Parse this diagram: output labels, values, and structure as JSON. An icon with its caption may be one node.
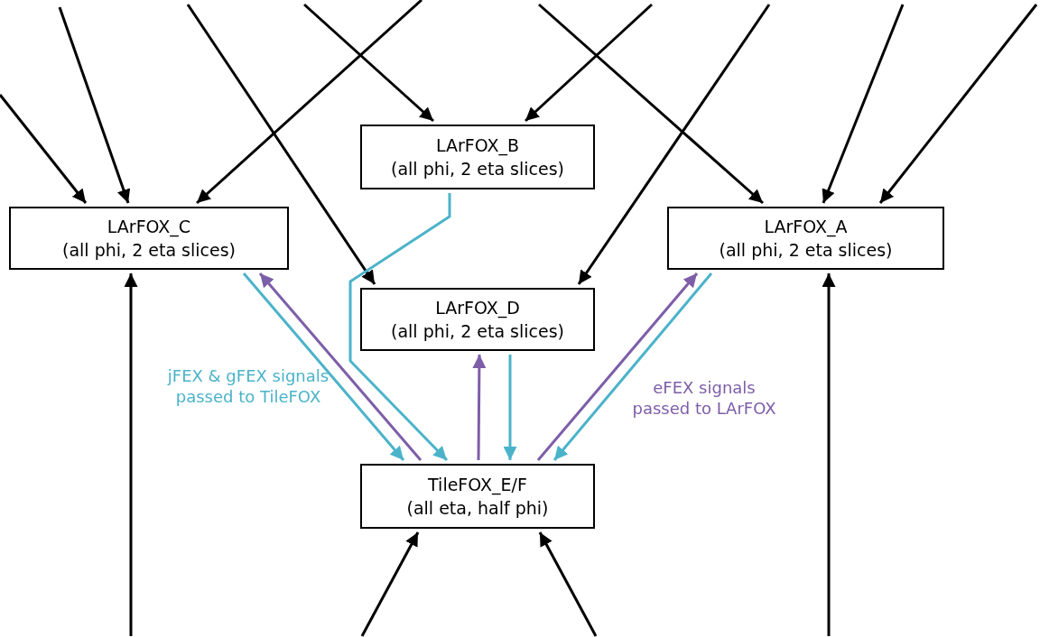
{
  "diagram": {
    "nodes": [
      {
        "text": [
          "LArFOX_B",
          "(all phi, 2 eta slices)"
        ]
      },
      {
        "text": [
          "LArFOX_C",
          "(all phi, 2 eta slices)"
        ]
      },
      {
        "text": [
          "LArFOX_A",
          "(all phi, 2 eta slices)"
        ]
      },
      {
        "text": [
          "LArFOX_D",
          "(all phi, 2 eta slices)"
        ]
      },
      {
        "text": [
          "TileFOX_E/F",
          "(all eta, half phi)"
        ]
      }
    ],
    "edges": [
      {
        "from": null,
        "to": 1,
        "arrow": "to"
      },
      {
        "from": null,
        "to": 1,
        "arrow": "to"
      },
      {
        "from": null,
        "to": 1,
        "arrow": "to"
      },
      {
        "from": null,
        "to": 3,
        "arrow": "to"
      },
      {
        "from": null,
        "to": 0,
        "arrow": "to"
      },
      {
        "from": null,
        "to": 0,
        "arrow": "to"
      },
      {
        "from": null,
        "to": 3,
        "arrow": "to"
      },
      {
        "from": null,
        "to": 2,
        "arrow": "to"
      },
      {
        "from": null,
        "to": 2,
        "arrow": "to"
      },
      {
        "from": null,
        "to": 2,
        "arrow": "to"
      },
      {
        "from": null,
        "to": 1,
        "arrow": "to"
      },
      {
        "from": null,
        "to": 2,
        "arrow": "to"
      },
      {
        "from": null,
        "to": 4,
        "arrow": "to"
      },
      {
        "from": null,
        "to": 4,
        "arrow": "to"
      },
      {
        "from": 1,
        "to": 4,
        "arrow": "to",
        "color": "#4bb3c9"
      },
      {
        "from": 4,
        "to": 1,
        "arrow": "to",
        "color": "#7d5ea8"
      },
      {
        "from": 0,
        "to": 4,
        "arrow": "to",
        "color": "#4bb3c9"
      },
      {
        "from": 4,
        "to": 3,
        "arrow": "to",
        "color": "#7d5ea8"
      },
      {
        "from": 3,
        "to": 4,
        "arrow": "to",
        "color": "#4bb3c9"
      },
      {
        "from": 4,
        "to": 2,
        "arrow": "to",
        "color": "#7d5ea8"
      },
      {
        "from": 2,
        "to": 4,
        "arrow": "to",
        "color": "#4bb3c9"
      }
    ],
    "labels": [
      "jFEX & gFEX signals passed to TileFOX",
      "eFEX signals passed to LArFOX"
    ]
  }
}
